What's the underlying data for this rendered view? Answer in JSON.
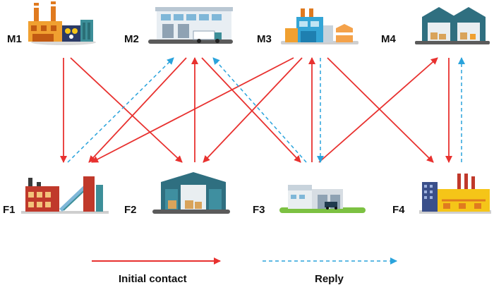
{
  "colors": {
    "initial_contact": "#e8312f",
    "reply": "#2aa3dc",
    "label": "#111111"
  },
  "nodes": {
    "M1": {
      "label": "M1",
      "icon": "factory-smokestacks-icon"
    },
    "M2": {
      "label": "M2",
      "icon": "warehouse-truck-icon"
    },
    "M3": {
      "label": "M3",
      "icon": "factory-tanks-icon"
    },
    "M4": {
      "label": "M4",
      "icon": "warehouse-forklift-icon"
    },
    "F1": {
      "label": "F1",
      "icon": "factory-conveyor-icon"
    },
    "F2": {
      "label": "F2",
      "icon": "warehouse-loading-dock-icon"
    },
    "F3": {
      "label": "F3",
      "icon": "office-warehouse-icon"
    },
    "F4": {
      "label": "F4",
      "icon": "factory-office-icon"
    }
  },
  "edges": [
    {
      "from": "M1",
      "to": "F1",
      "kind": "initial_contact"
    },
    {
      "from": "M1",
      "to": "F2",
      "kind": "initial_contact"
    },
    {
      "from": "M2",
      "to": "F1",
      "kind": "initial_contact"
    },
    {
      "from": "M2",
      "to": "F3",
      "kind": "initial_contact"
    },
    {
      "from": "M3",
      "to": "F1",
      "kind": "initial_contact"
    },
    {
      "from": "M3",
      "to": "F2",
      "kind": "initial_contact"
    },
    {
      "from": "M3",
      "to": "F4",
      "kind": "initial_contact"
    },
    {
      "from": "M4",
      "to": "F4",
      "kind": "initial_contact"
    },
    {
      "from": "F2",
      "to": "M2",
      "kind": "initial_contact"
    },
    {
      "from": "F3",
      "to": "M3",
      "kind": "initial_contact"
    },
    {
      "from": "F3",
      "to": "M4",
      "kind": "initial_contact"
    },
    {
      "from": "F1",
      "to": "M2",
      "kind": "reply"
    },
    {
      "from": "F3",
      "to": "M2",
      "kind": "reply"
    },
    {
      "from": "M3",
      "to": "F3",
      "kind": "reply"
    },
    {
      "from": "F4",
      "to": "M4",
      "kind": "reply"
    }
  ],
  "legend": {
    "initial_contact": "Initial contact",
    "reply": "Reply"
  }
}
